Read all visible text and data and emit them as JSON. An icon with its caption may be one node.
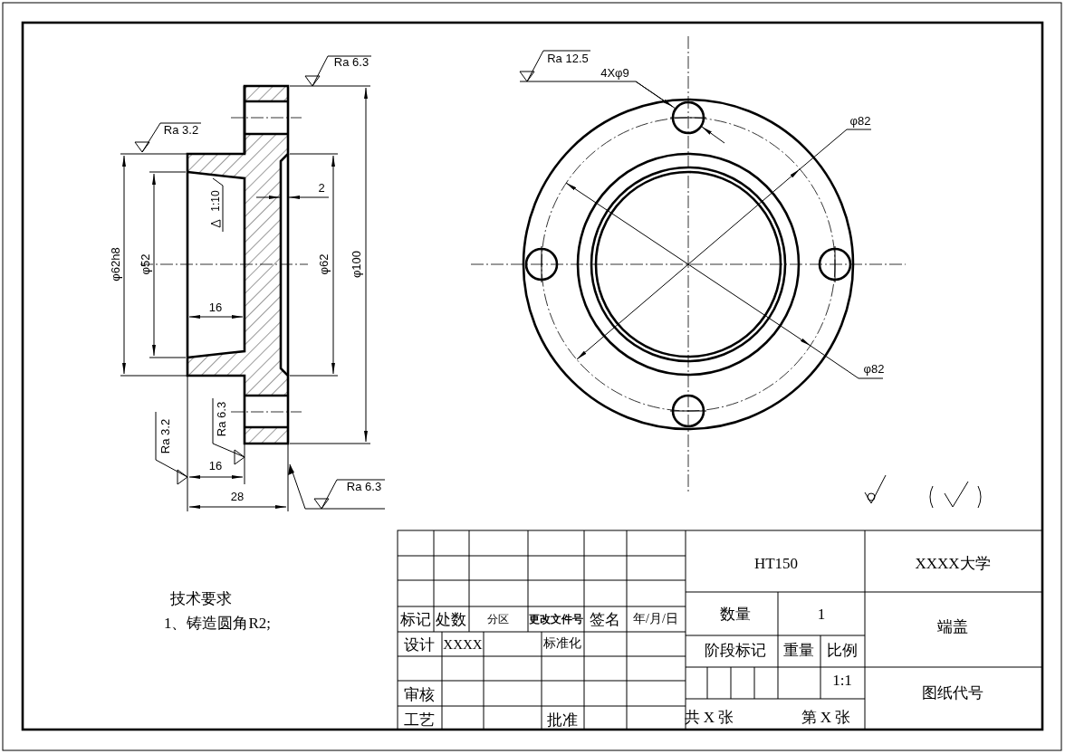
{
  "diagram": {
    "labels": [
      "Ra 6.3",
      "Ra 12.5",
      "4Xφ9",
      "Ra 3.2",
      "φ82",
      "2",
      "1:10",
      "φ62h8",
      "φ52",
      "φ62",
      "φ100",
      "16",
      "φ82",
      "Ra 6.3",
      "Ra 3.2",
      "16",
      "Ra 6.3",
      "28",
      "技术要求",
      "1、铸造圆角R2;",
      "HT150",
      "XXXX大学",
      "标记",
      "处数",
      "分区",
      "更改文件号",
      "签名",
      "年/月/日",
      "数量",
      "1",
      "端盖",
      "设计",
      "XXXX",
      "标准化",
      "阶段标记",
      "重量",
      "比例",
      "1:1",
      "审核",
      "图纸代号",
      "工艺",
      "批准",
      "共 X 张",
      "第 X 张"
    ]
  }
}
